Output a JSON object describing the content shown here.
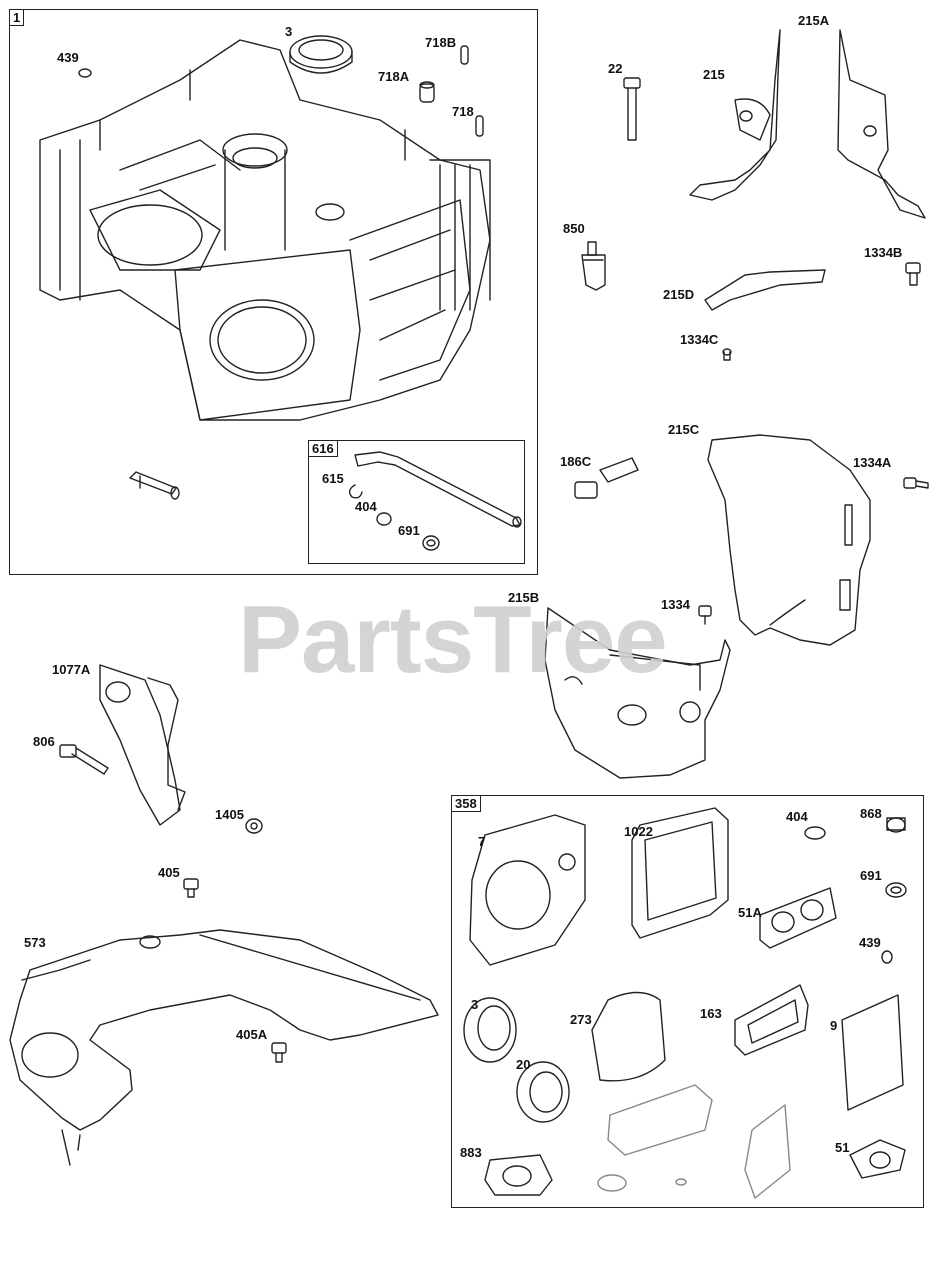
{
  "watermark": "PartsTree",
  "group_tags": {
    "g1": "1",
    "g616": "616",
    "g358": "358"
  },
  "labels": {
    "l439a": "439",
    "l3a": "3",
    "l718B": "718B",
    "l718A": "718A",
    "l718": "718",
    "l615": "615",
    "l404a": "404",
    "l691a": "691",
    "l22": "22",
    "l215A": "215A",
    "l215": "215",
    "l850": "850",
    "l1334B": "1334B",
    "l215D": "215D",
    "l1334C": "1334C",
    "l215C": "215C",
    "l186C": "186C",
    "l1334A": "1334A",
    "l1334": "1334",
    "l215B": "215B",
    "l1077A": "1077A",
    "l806": "806",
    "l1405": "1405",
    "l405": "405",
    "l573": "573",
    "l405A": "405A",
    "l7": "7",
    "l1022": "1022",
    "l404b": "404",
    "l868": "868",
    "l691b": "691",
    "l51A": "51A",
    "l439b": "439",
    "l3b": "3",
    "l273": "273",
    "l163": "163",
    "l9": "9",
    "l20": "20",
    "l883": "883",
    "l51": "51"
  }
}
